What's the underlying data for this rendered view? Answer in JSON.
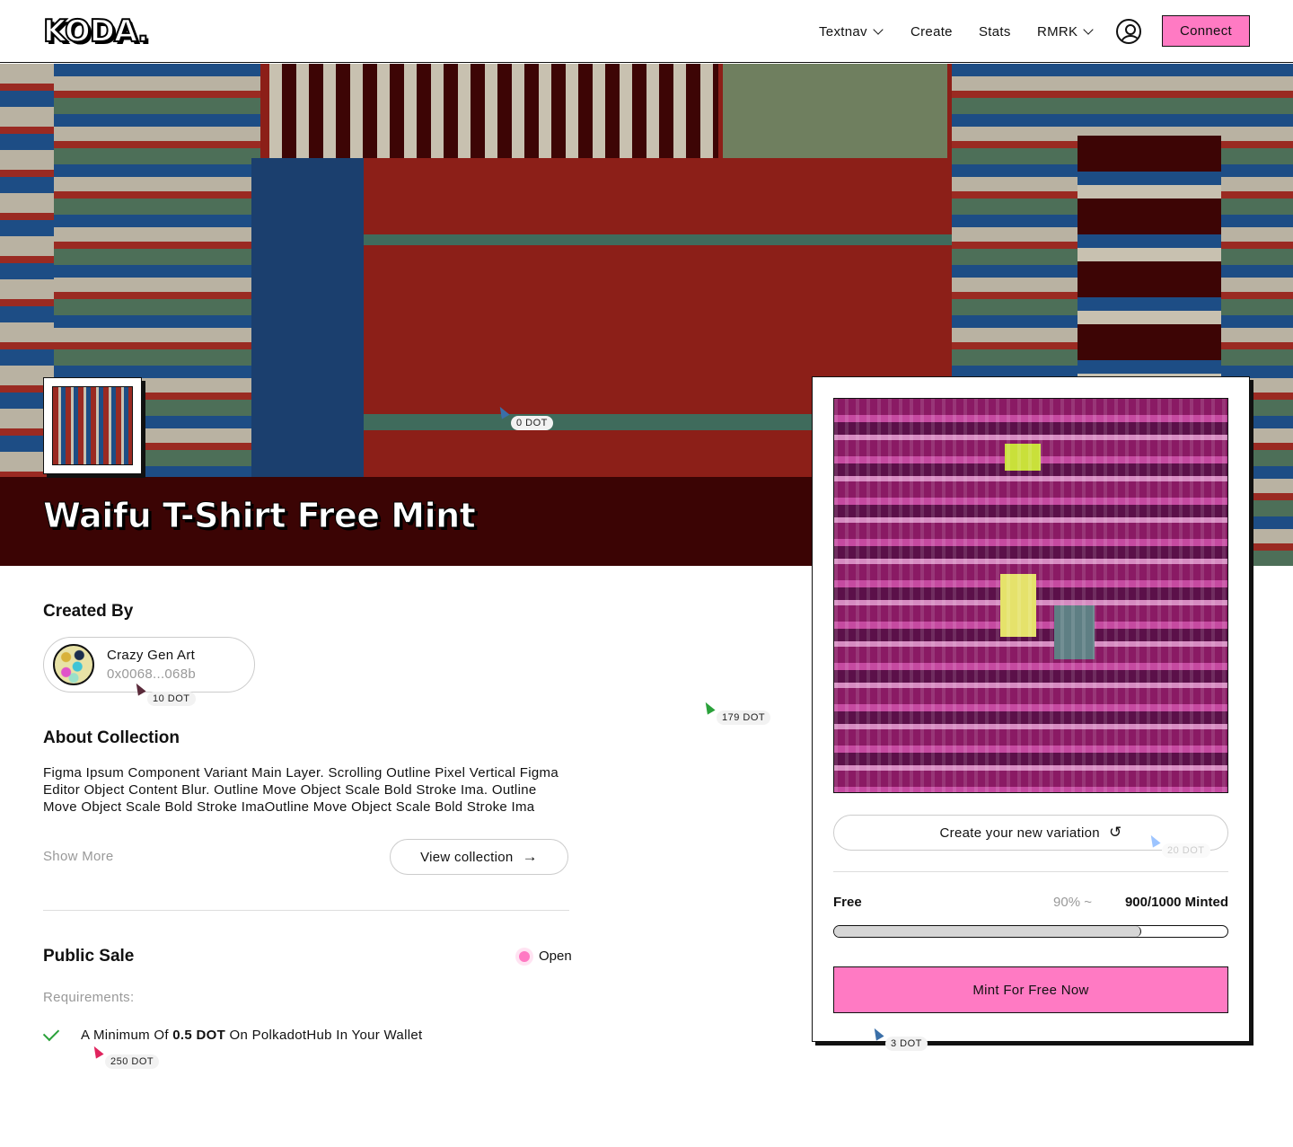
{
  "header": {
    "logo": "KODA.",
    "nav": [
      {
        "label": "Textnav",
        "dropdown": true
      },
      {
        "label": "Create"
      },
      {
        "label": "Stats"
      },
      {
        "label": "RMRK",
        "dropdown": true
      }
    ],
    "connect": "Connect"
  },
  "collection": {
    "title": "Waifu T-Shirt Free Mint"
  },
  "creator": {
    "heading": "Created By",
    "name": "Crazy Gen Art",
    "address": "0x0068...068b"
  },
  "about": {
    "heading": "About Collection",
    "text": "Figma Ipsum Component Variant Main Layer. Scrolling Outline Pixel Vertical Figma Editor Object Content Blur. Outline Move Object Scale Bold Stroke Ima. Outline Move Object Scale Bold Stroke ImaOutline Move Object Scale Bold Stroke Ima",
    "show_more": "Show More",
    "view_collection": "View collection"
  },
  "sale": {
    "heading": "Public Sale",
    "status": "Open",
    "requirements_label": "Requirements:",
    "requirement": {
      "prefix": "A Minimum Of ",
      "amount": "0.5 DOT",
      "suffix": " On PolkadotHub In Your Wallet"
    }
  },
  "mint": {
    "variation": "Create your new variation",
    "tier": "Free",
    "percent_label": "90% ~",
    "minted": "900/1000 Minted",
    "progress": 0.9,
    "button": "Mint For Free Now"
  },
  "cursors": [
    {
      "label": "0 DOT",
      "color": "#3a6fa8"
    },
    {
      "label": "10 DOT",
      "color": "#5a2a3a"
    },
    {
      "label": "179 DOT",
      "color": "#2aa13a"
    },
    {
      "label": "20 DOT",
      "color": "#9cc4ff"
    },
    {
      "label": "3 DOT",
      "color": "#3a6fa8"
    },
    {
      "label": "250 DOT",
      "color": "#e0245e"
    }
  ],
  "colors": {
    "accent": "#ff7ac3"
  }
}
